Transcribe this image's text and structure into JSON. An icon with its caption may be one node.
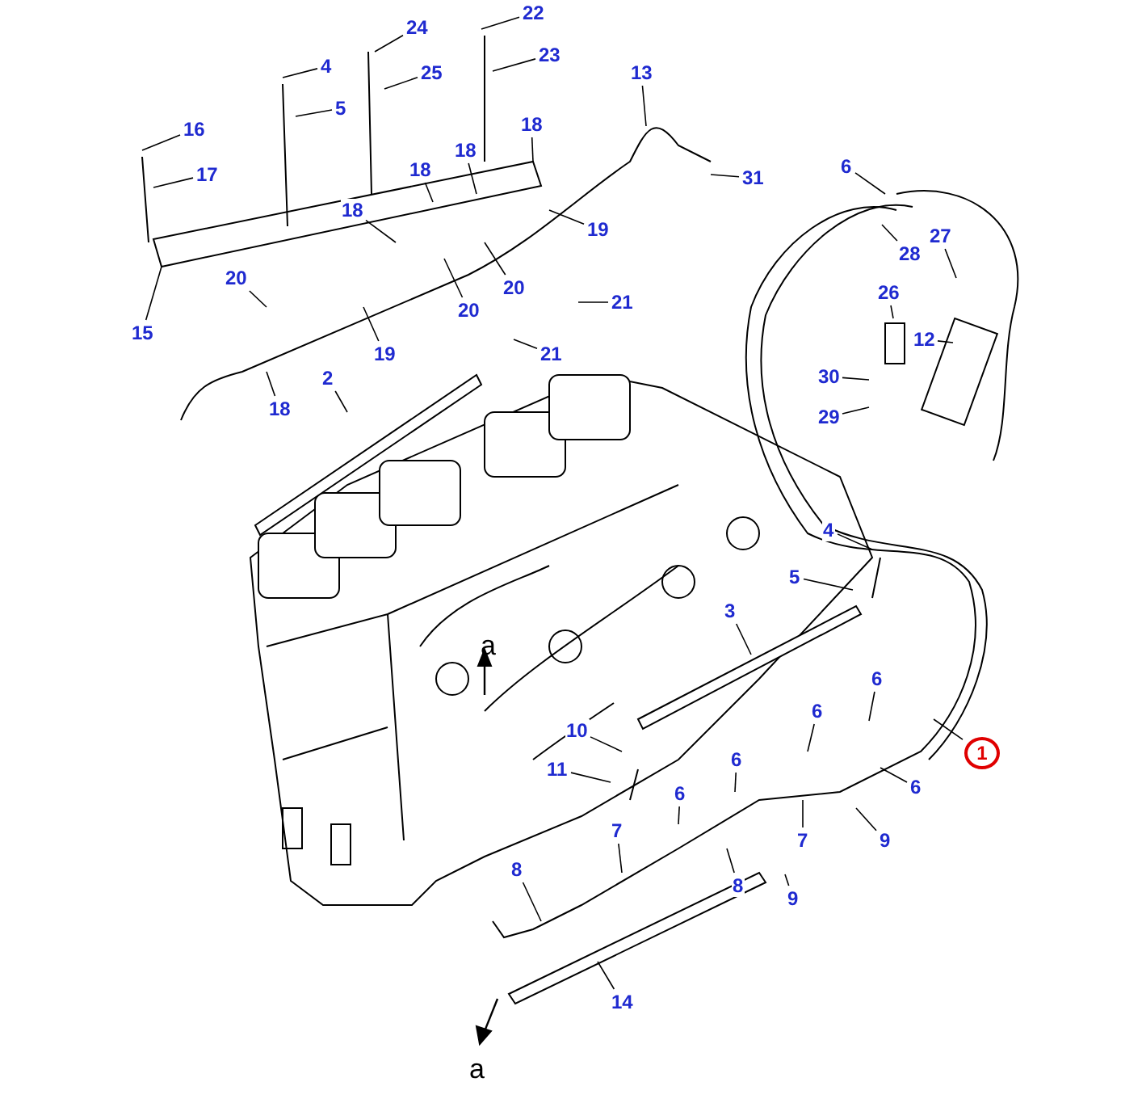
{
  "diagram": {
    "nodes": [
      {
        "text": [
          "22"
        ]
      },
      {
        "text": [
          "24"
        ]
      },
      {
        "text": [
          "23"
        ]
      },
      {
        "text": [
          "4"
        ]
      },
      {
        "text": [
          "25"
        ]
      },
      {
        "text": [
          "5"
        ]
      },
      {
        "text": [
          "16"
        ]
      },
      {
        "text": [
          "17"
        ]
      },
      {
        "text": [
          "13"
        ]
      },
      {
        "text": [
          "18"
        ]
      },
      {
        "text": [
          "31"
        ]
      },
      {
        "text": [
          "18"
        ]
      },
      {
        "text": [
          "18"
        ]
      },
      {
        "text": [
          "18"
        ]
      },
      {
        "text": [
          "19"
        ]
      },
      {
        "text": [
          "20"
        ]
      },
      {
        "text": [
          "20"
        ]
      },
      {
        "text": [
          "15"
        ]
      },
      {
        "text": [
          "20"
        ]
      },
      {
        "text": [
          "19"
        ]
      },
      {
        "text": [
          "21"
        ]
      },
      {
        "text": [
          "21"
        ]
      },
      {
        "text": [
          "18"
        ]
      },
      {
        "text": [
          "2"
        ]
      },
      {
        "text": [
          "6"
        ]
      },
      {
        "text": [
          "28"
        ]
      },
      {
        "text": [
          "27"
        ]
      },
      {
        "text": [
          "26"
        ]
      },
      {
        "text": [
          "12"
        ]
      },
      {
        "text": [
          "30"
        ]
      },
      {
        "text": [
          "29"
        ]
      },
      {
        "text": [
          "4"
        ]
      },
      {
        "text": [
          "5"
        ]
      },
      {
        "text": [
          "3"
        ]
      },
      {
        "text": [
          "1"
        ]
      },
      {
        "text": [
          "6"
        ]
      },
      {
        "text": [
          "6"
        ]
      },
      {
        "text": [
          "11"
        ]
      },
      {
        "text": [
          "10"
        ]
      },
      {
        "text": [
          "6"
        ]
      },
      {
        "text": [
          "6"
        ]
      },
      {
        "text": [
          "6"
        ]
      },
      {
        "text": [
          "7"
        ]
      },
      {
        "text": [
          "9"
        ]
      },
      {
        "text": [
          "7"
        ]
      },
      {
        "text": [
          "8"
        ]
      },
      {
        "text": [
          "9"
        ]
      },
      {
        "text": [
          "8"
        ]
      },
      {
        "text": [
          "14"
        ]
      }
    ],
    "edges": [
      {
        "from": 0,
        "to": null,
        "arrow": "none"
      },
      {
        "from": 1,
        "to": null,
        "arrow": "none"
      },
      {
        "from": 2,
        "to": null,
        "arrow": "none"
      },
      {
        "from": 3,
        "to": null,
        "arrow": "none"
      },
      {
        "from": 4,
        "to": null,
        "arrow": "none"
      },
      {
        "from": 5,
        "to": null,
        "arrow": "none"
      },
      {
        "from": 6,
        "to": null,
        "arrow": "none"
      },
      {
        "from": 7,
        "to": null,
        "arrow": "none"
      },
      {
        "from": 8,
        "to": null,
        "arrow": "none"
      },
      {
        "from": 9,
        "to": null,
        "arrow": "none"
      },
      {
        "from": 10,
        "to": null,
        "arrow": "none"
      },
      {
        "from": 11,
        "to": null,
        "arrow": "none"
      },
      {
        "from": 12,
        "to": null,
        "arrow": "none"
      },
      {
        "from": 13,
        "to": null,
        "arrow": "none"
      },
      {
        "from": 14,
        "to": null,
        "arrow": "none"
      },
      {
        "from": 15,
        "to": null,
        "arrow": "none"
      },
      {
        "from": 16,
        "to": null,
        "arrow": "none"
      },
      {
        "from": 17,
        "to": null,
        "arrow": "none"
      },
      {
        "from": 18,
        "to": null,
        "arrow": "none"
      },
      {
        "from": 19,
        "to": null,
        "arrow": "none"
      },
      {
        "from": 20,
        "to": null,
        "arrow": "none"
      },
      {
        "from": 21,
        "to": null,
        "arrow": "none"
      },
      {
        "from": 22,
        "to": null,
        "arrow": "none"
      },
      {
        "from": 23,
        "to": null,
        "arrow": "none"
      },
      {
        "from": 24,
        "to": null,
        "arrow": "none"
      },
      {
        "from": 25,
        "to": null,
        "arrow": "none"
      },
      {
        "from": 26,
        "to": null,
        "arrow": "none"
      },
      {
        "from": 27,
        "to": null,
        "arrow": "none"
      },
      {
        "from": 28,
        "to": null,
        "arrow": "none"
      },
      {
        "from": 29,
        "to": null,
        "arrow": "none"
      },
      {
        "from": 30,
        "to": null,
        "arrow": "none"
      },
      {
        "from": 31,
        "to": null,
        "arrow": "none"
      },
      {
        "from": 32,
        "to": null,
        "arrow": "none"
      },
      {
        "from": 33,
        "to": null,
        "arrow": "none"
      },
      {
        "from": 34,
        "to": null,
        "arrow": "none"
      },
      {
        "from": 35,
        "to": null,
        "arrow": "none"
      },
      {
        "from": 36,
        "to": null,
        "arrow": "none"
      },
      {
        "from": 37,
        "to": null,
        "arrow": "none"
      },
      {
        "from": 38,
        "to": null,
        "arrow": "none"
      },
      {
        "from": 39,
        "to": null,
        "arrow": "none"
      },
      {
        "from": 40,
        "to": null,
        "arrow": "none"
      },
      {
        "from": 41,
        "to": null,
        "arrow": "none"
      },
      {
        "from": 42,
        "to": null,
        "arrow": "none"
      },
      {
        "from": 43,
        "to": null,
        "arrow": "none"
      },
      {
        "from": 44,
        "to": null,
        "arrow": "none"
      },
      {
        "from": 45,
        "to": null,
        "arrow": "none"
      },
      {
        "from": 46,
        "to": null,
        "arrow": "none"
      },
      {
        "from": 47,
        "to": null,
        "arrow": "none"
      },
      {
        "from": 48,
        "to": null,
        "arrow": "none"
      }
    ],
    "labels": [
      "a",
      "a"
    ]
  }
}
